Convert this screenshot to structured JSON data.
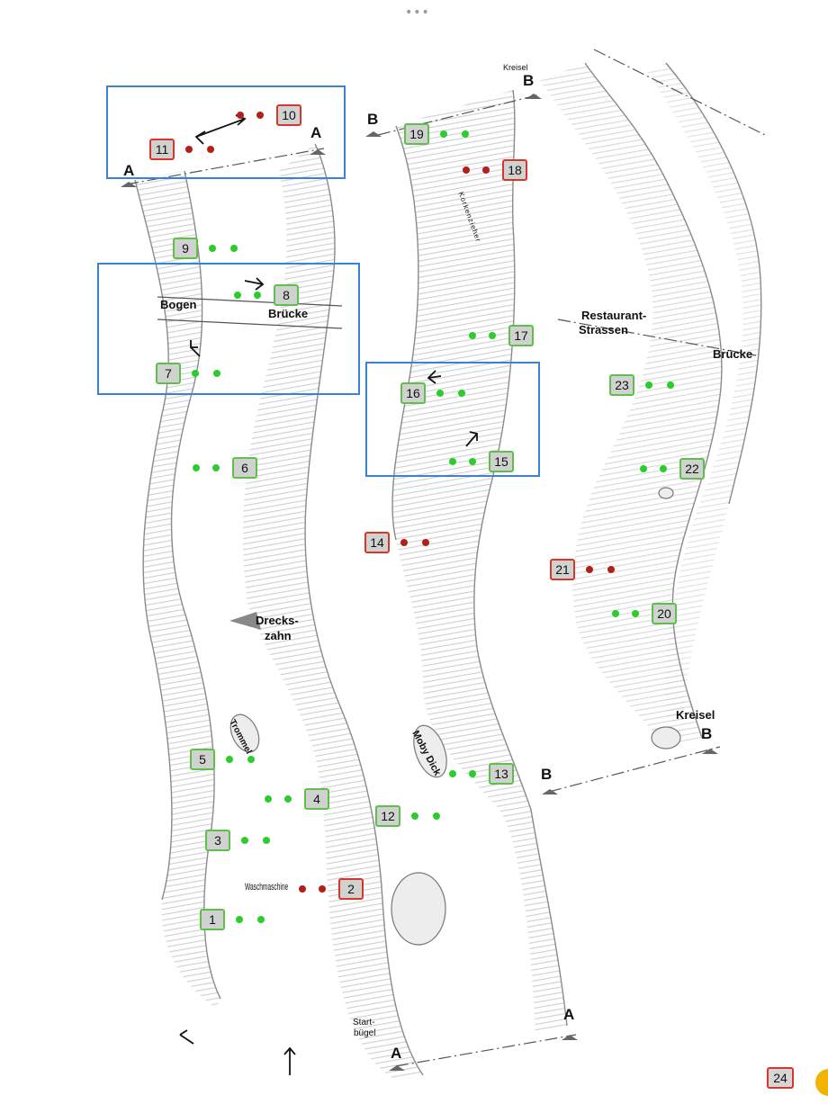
{
  "page_number": "24",
  "handle_label": "•••",
  "labels": {
    "kreisel_top": "Kreisel",
    "bogen": "Bogen",
    "bruecke_left": "Brücke",
    "restaurant_line1": "Restaurant-",
    "restaurant_line2": "Strassen",
    "bruecke_right": "Brücke",
    "dreck_line1": "Drecks-",
    "dreck_line2": "zahn",
    "kreisel_bottom": "Kreisel",
    "start_line1": "Start-",
    "start_line2": "bügel",
    "trommel": "Trommel",
    "moby": "Moby Dick",
    "waschmaschine": "Waschmaschine",
    "korkenzieher": "Korkenzieher"
  },
  "gate_labels": {
    "a": "A",
    "b": "B"
  },
  "colors": {
    "frame": "#3b82d6",
    "box_green_border": "#5fbf4a",
    "box_red_border": "#d8352b",
    "dot_green": "#2bcc2b",
    "dot_red": "#b3201a"
  },
  "stations": [
    {
      "n": "1",
      "type": "green"
    },
    {
      "n": "2",
      "type": "red"
    },
    {
      "n": "3",
      "type": "green"
    },
    {
      "n": "4",
      "type": "green"
    },
    {
      "n": "5",
      "type": "green"
    },
    {
      "n": "6",
      "type": "green"
    },
    {
      "n": "7",
      "type": "green"
    },
    {
      "n": "8",
      "type": "green"
    },
    {
      "n": "9",
      "type": "green"
    },
    {
      "n": "10",
      "type": "red"
    },
    {
      "n": "11",
      "type": "red"
    },
    {
      "n": "12",
      "type": "green"
    },
    {
      "n": "13",
      "type": "green"
    },
    {
      "n": "14",
      "type": "red"
    },
    {
      "n": "15",
      "type": "green"
    },
    {
      "n": "16",
      "type": "green"
    },
    {
      "n": "17",
      "type": "green"
    },
    {
      "n": "18",
      "type": "red"
    },
    {
      "n": "19",
      "type": "green"
    },
    {
      "n": "20",
      "type": "green"
    },
    {
      "n": "21",
      "type": "red"
    },
    {
      "n": "22",
      "type": "green"
    },
    {
      "n": "23",
      "type": "green"
    }
  ]
}
